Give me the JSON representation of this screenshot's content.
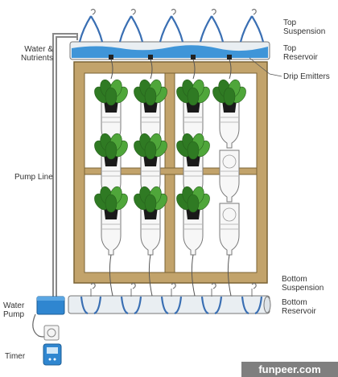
{
  "labels": {
    "top_suspension": "Top\nSuspension",
    "top_reservoir": "Top\nReservoir",
    "water_nutrients": "Water &\nNutrients",
    "drip_emitters": "Drip Emitters",
    "pump_line": "Pump Line",
    "bottom_suspension": "Bottom\nSuspension",
    "bottom_reservoir": "Bottom\nReservoir",
    "water_pump": "Water\nPump",
    "timer": "Timer"
  },
  "watermark": "funpeer.com",
  "colors": {
    "frame": "#c2a36b",
    "frame_edge": "#7a6335",
    "water": "#3f95d8",
    "hooks": "#3a6fb3",
    "pipe": "#e9eef2",
    "plant": "#4fa63a",
    "plant_dark": "#2f7a23",
    "pot": "#1a1a1a",
    "pump": "#2f86d0",
    "line": "#666666"
  }
}
